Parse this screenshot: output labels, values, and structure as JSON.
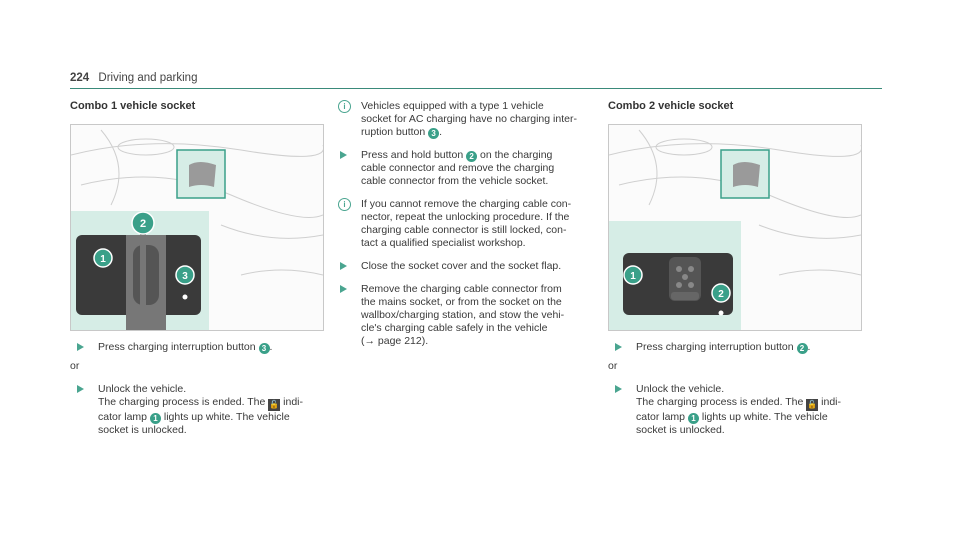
{
  "page": {
    "number": "224",
    "section": "Driving and parking"
  },
  "col1": {
    "title": "Combo 1 vehicle socket",
    "figure_badges": [
      "1",
      "2",
      "3"
    ],
    "step1": {
      "pre": "Press charging interruption button ",
      "badge": "3",
      "post": "."
    },
    "or": "or",
    "step2": {
      "l1": "Unlock the vehicle.",
      "l2a": "The charging process is ended. The ",
      "l2b": " indi-",
      "l3a": "cator lamp ",
      "badge": "1",
      "l3b": " lights up white. The vehicle",
      "l4": "socket is unlocked."
    }
  },
  "col2": {
    "note1": {
      "l1": "Vehicles equipped with a type 1 vehicle",
      "l2": "socket for AC charging have no charging inter-",
      "l3a": "ruption button ",
      "badge": "3",
      "l3b": "."
    },
    "step1": {
      "l1a": "Press and hold button ",
      "badge": "2",
      "l1b": " on the charging",
      "l2": "cable connector and remove the charging",
      "l3": "cable connector from the vehicle socket."
    },
    "note2": {
      "l1": "If you cannot remove the charging cable con-",
      "l2": "nector, repeat the unlocking procedure. If the",
      "l3": "charging cable connector is still locked, con-",
      "l4": "tact a qualified specialist workshop."
    },
    "step2": {
      "l1": "Close the socket cover and the socket flap."
    },
    "step3": {
      "l1": "Remove the charging cable connector from",
      "l2": "the mains socket, or from the socket on the",
      "l3": "wallbox/charging station, and stow the vehi-",
      "l4": "cle's charging cable safely in the vehicle",
      "l5": "(→ page 212)."
    }
  },
  "col3": {
    "title": "Combo 2 vehicle socket",
    "figure_badges": [
      "1",
      "2"
    ],
    "step1": {
      "pre": "Press charging interruption button ",
      "badge": "2",
      "post": "."
    },
    "or": "or",
    "step2": {
      "l1": "Unlock the vehicle.",
      "l2a": "The charging process is ended. The ",
      "l2b": " indi-",
      "l3a": "cator lamp ",
      "badge": "1",
      "l3b": " lights up white. The vehicle",
      "l4": "socket is unlocked."
    }
  },
  "icons": {
    "unlock": "unlock-icon",
    "step": "arrow-right-icon",
    "note": "info-icon"
  },
  "colors": {
    "accent": "#3aa089",
    "highlight_bg": "#d6ede6"
  }
}
